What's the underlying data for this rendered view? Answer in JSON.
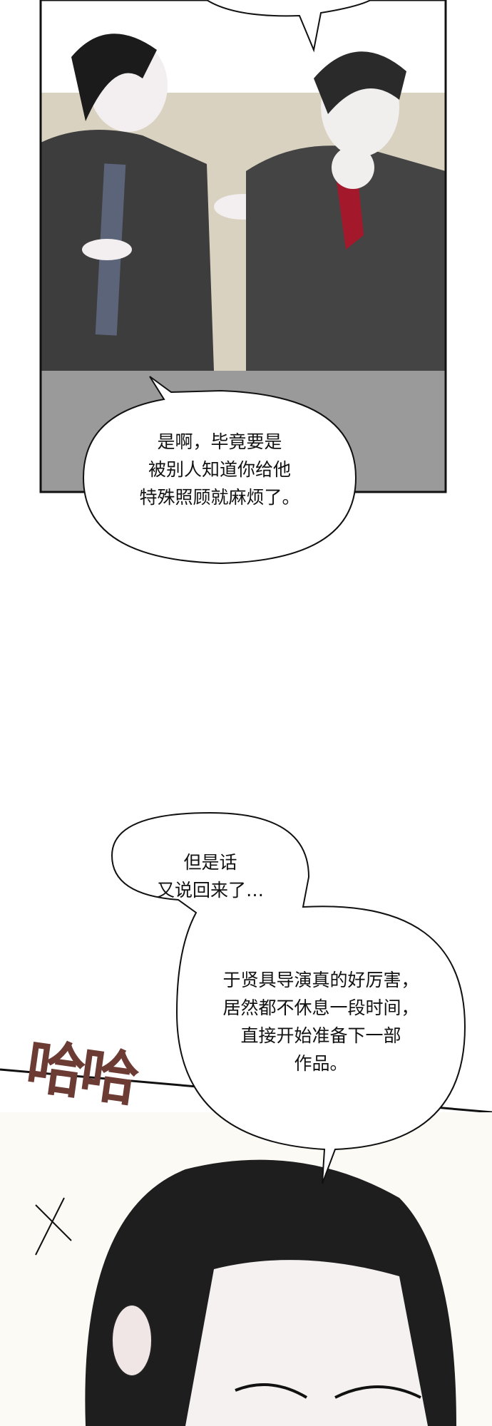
{
  "panels": [
    {
      "id": "office-conversation",
      "bubble": {
        "lines": [
          "是啊，毕竟要是",
          "被别人知道你给他",
          "特殊照顾就麻烦了。"
        ]
      }
    },
    {
      "id": "closeup",
      "bubble_small": {
        "lines": [
          "但是话",
          "又说回来了…"
        ]
      },
      "bubble_large": {
        "lines": [
          "于贤具导演真的好厉害，",
          "居然都不休息一段时间，",
          "直接开始准备下一部",
          "作品。"
        ]
      },
      "sfx": "哈哈"
    }
  ],
  "colors": {
    "sfx": "#6b3b34",
    "panel_bg": "#d9d2c0",
    "floor": "#9a9a9a",
    "suit": "#3a3a3a",
    "tie_red": "#a3182b",
    "tie_blue": "#5b6478"
  }
}
